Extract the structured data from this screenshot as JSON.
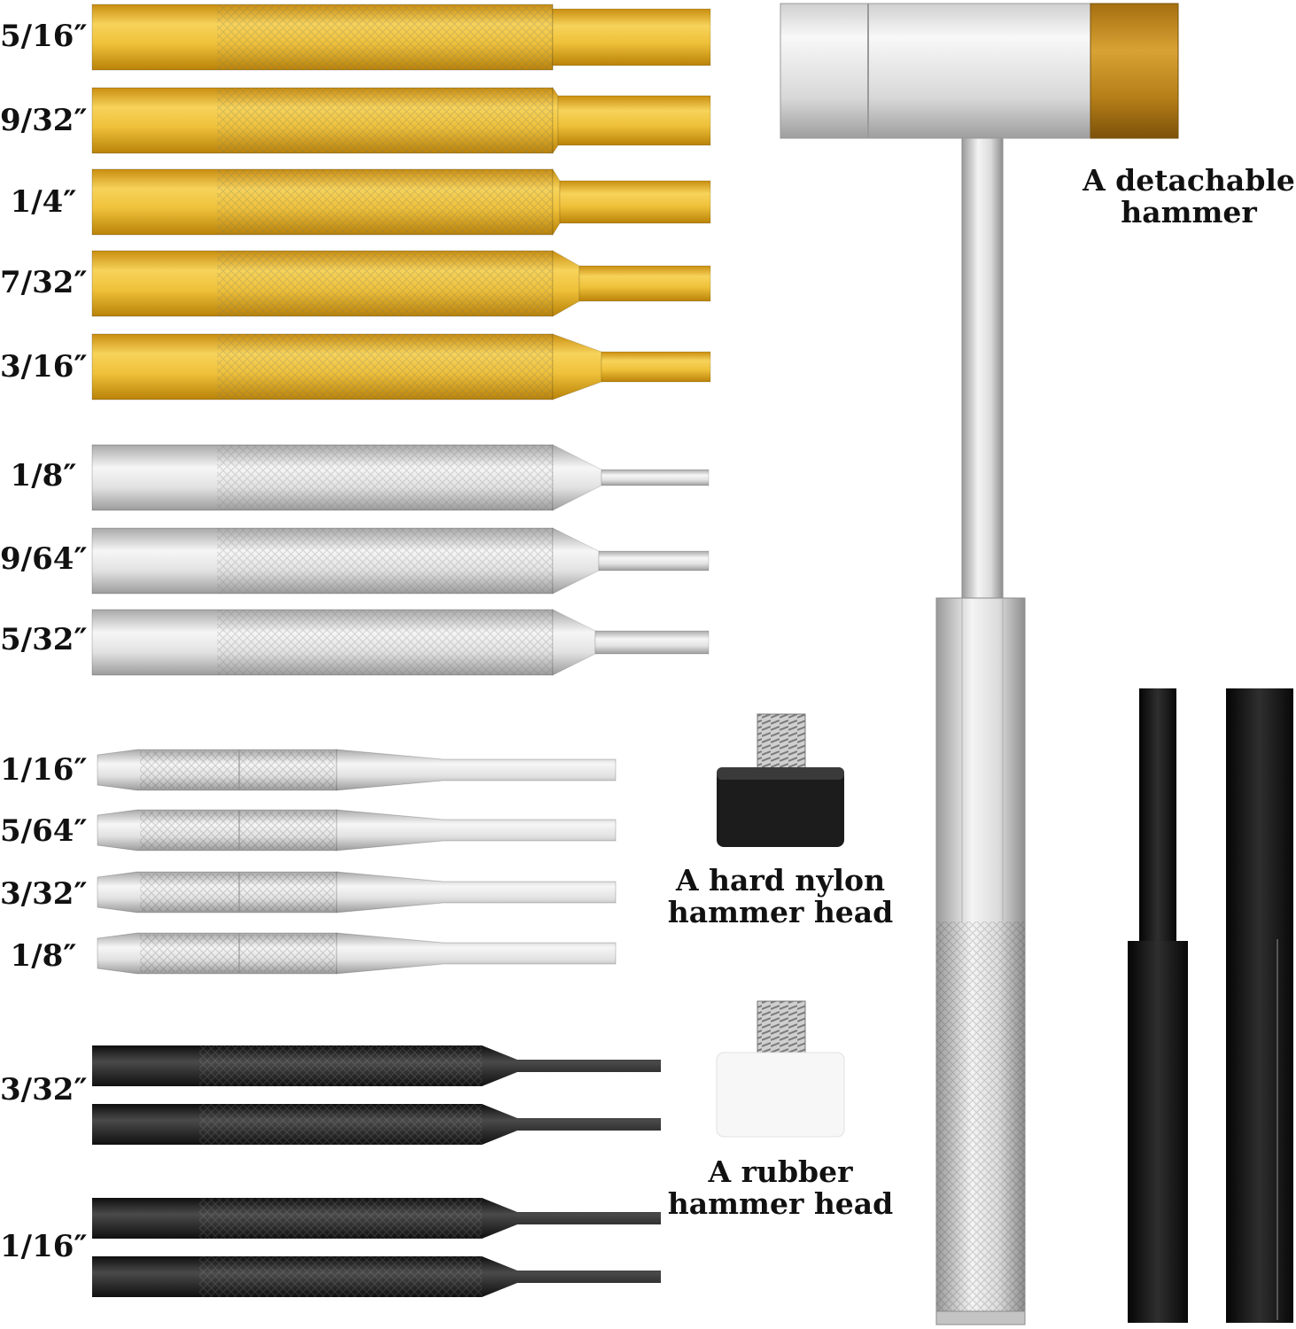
{
  "labels": {
    "gold": [
      "5/16″",
      "9/32″",
      "1/4″",
      "7/32″",
      "3/16″"
    ],
    "silver": [
      "1/8″",
      "9/64″",
      "5/32″"
    ],
    "small": [
      "1/16″",
      "5/64″",
      "3/32″",
      "1/8″"
    ],
    "black": [
      "3/32″",
      "1/16″"
    ]
  },
  "captions": {
    "hammer": [
      "A detachable",
      "hammer"
    ],
    "nylon": [
      "A hard nylon",
      "hammer head"
    ],
    "rubber": [
      "A rubber",
      "hammer head"
    ]
  },
  "colors": {
    "gold": "#e9b52a",
    "silver": "#dcdcdc",
    "black": "#232323",
    "nylon_head": "#1f1f1f",
    "rubber_head": "#f6f6f6"
  }
}
